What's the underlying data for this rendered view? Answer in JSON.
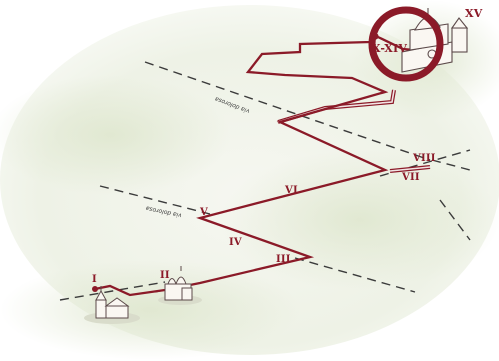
{
  "map": {
    "colors": {
      "route": "#8b1a28",
      "route_light": "#f2e4e4",
      "label": "#8b1a28",
      "divider": "#3b3b3b",
      "circle": "#8b1a28",
      "background": "#f4f6ee",
      "ground": "#e7ebdc",
      "building_fill": "#faf7f2",
      "building_stroke": "#5c4a4a"
    },
    "stations": [
      "I",
      "II",
      "III",
      "IV",
      "V",
      "VI",
      "VII",
      "VIII",
      "X-XIV",
      "XV"
    ],
    "road_labels": [
      "via dolorosa",
      "via dolorosa"
    ],
    "icons": [
      "chapel-icon",
      "church-icon",
      "basilica-icon"
    ]
  }
}
